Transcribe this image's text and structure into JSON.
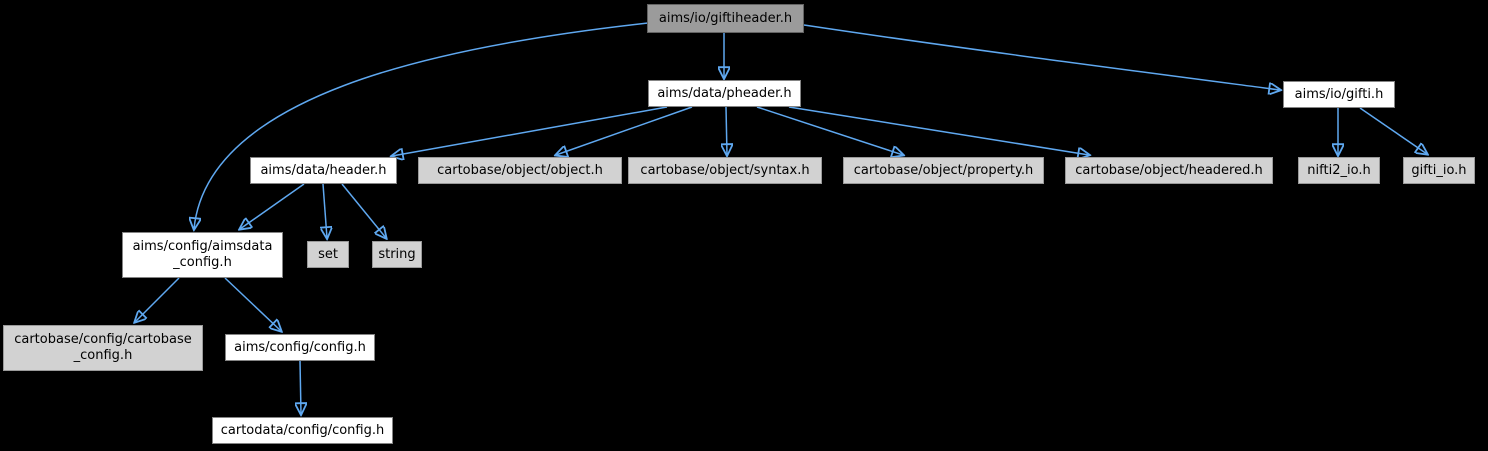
{
  "graph": {
    "type": "include-dependency-graph",
    "nodes": {
      "giftiheader": {
        "label": "aims/io/giftiheader.h",
        "style": "main",
        "clickable": false
      },
      "pheader": {
        "label": "aims/data/pheader.h",
        "style": "white",
        "clickable": true
      },
      "gifti": {
        "label": "aims/io/gifti.h",
        "style": "white",
        "clickable": true
      },
      "header": {
        "label": "aims/data/header.h",
        "style": "white",
        "clickable": true
      },
      "object": {
        "label": "cartobase/object/object.h",
        "style": "gray",
        "clickable": false
      },
      "syntax": {
        "label": "cartobase/object/syntax.h",
        "style": "gray",
        "clickable": false
      },
      "property": {
        "label": "cartobase/object/property.h",
        "style": "gray",
        "clickable": false
      },
      "headered": {
        "label": "cartobase/object/headered.h",
        "style": "gray",
        "clickable": false
      },
      "nifti2": {
        "label": "nifti2_io.h",
        "style": "gray",
        "clickable": false
      },
      "giftiio": {
        "label": "gifti_io.h",
        "style": "gray",
        "clickable": false
      },
      "aimsdata": {
        "label": "aims/config/aimsdata\n_config.h",
        "style": "white",
        "clickable": true
      },
      "set": {
        "label": "set",
        "style": "gray",
        "clickable": false
      },
      "string": {
        "label": "string",
        "style": "gray",
        "clickable": false
      },
      "cartobasecfg": {
        "label": "cartobase/config/cartobase\n_config.h",
        "style": "gray",
        "clickable": false
      },
      "aimscfg": {
        "label": "aims/config/config.h",
        "style": "white",
        "clickable": true
      },
      "cartodatacfg": {
        "label": "cartodata/config/config.h",
        "style": "white",
        "clickable": true
      }
    },
    "edges": [
      {
        "from": "giftiheader",
        "to": "pheader"
      },
      {
        "from": "giftiheader",
        "to": "gifti"
      },
      {
        "from": "giftiheader",
        "to": "aimsdata"
      },
      {
        "from": "pheader",
        "to": "header"
      },
      {
        "from": "pheader",
        "to": "object"
      },
      {
        "from": "pheader",
        "to": "syntax"
      },
      {
        "from": "pheader",
        "to": "property"
      },
      {
        "from": "pheader",
        "to": "headered"
      },
      {
        "from": "gifti",
        "to": "nifti2"
      },
      {
        "from": "gifti",
        "to": "giftiio"
      },
      {
        "from": "header",
        "to": "aimsdata"
      },
      {
        "from": "header",
        "to": "set"
      },
      {
        "from": "header",
        "to": "string"
      },
      {
        "from": "aimsdata",
        "to": "cartobasecfg"
      },
      {
        "from": "aimsdata",
        "to": "aimscfg"
      },
      {
        "from": "aimscfg",
        "to": "cartodatacfg"
      }
    ]
  },
  "colors": {
    "edge": "#5fa8f0",
    "main_fill": "#9b9b9b",
    "main_border": "#636363",
    "gray_fill": "#d2d2d2",
    "gray_border": "#9a9a9a",
    "white_fill": "#ffffff",
    "white_border": "#848484",
    "bg": "#000000",
    "text": "#000000"
  }
}
